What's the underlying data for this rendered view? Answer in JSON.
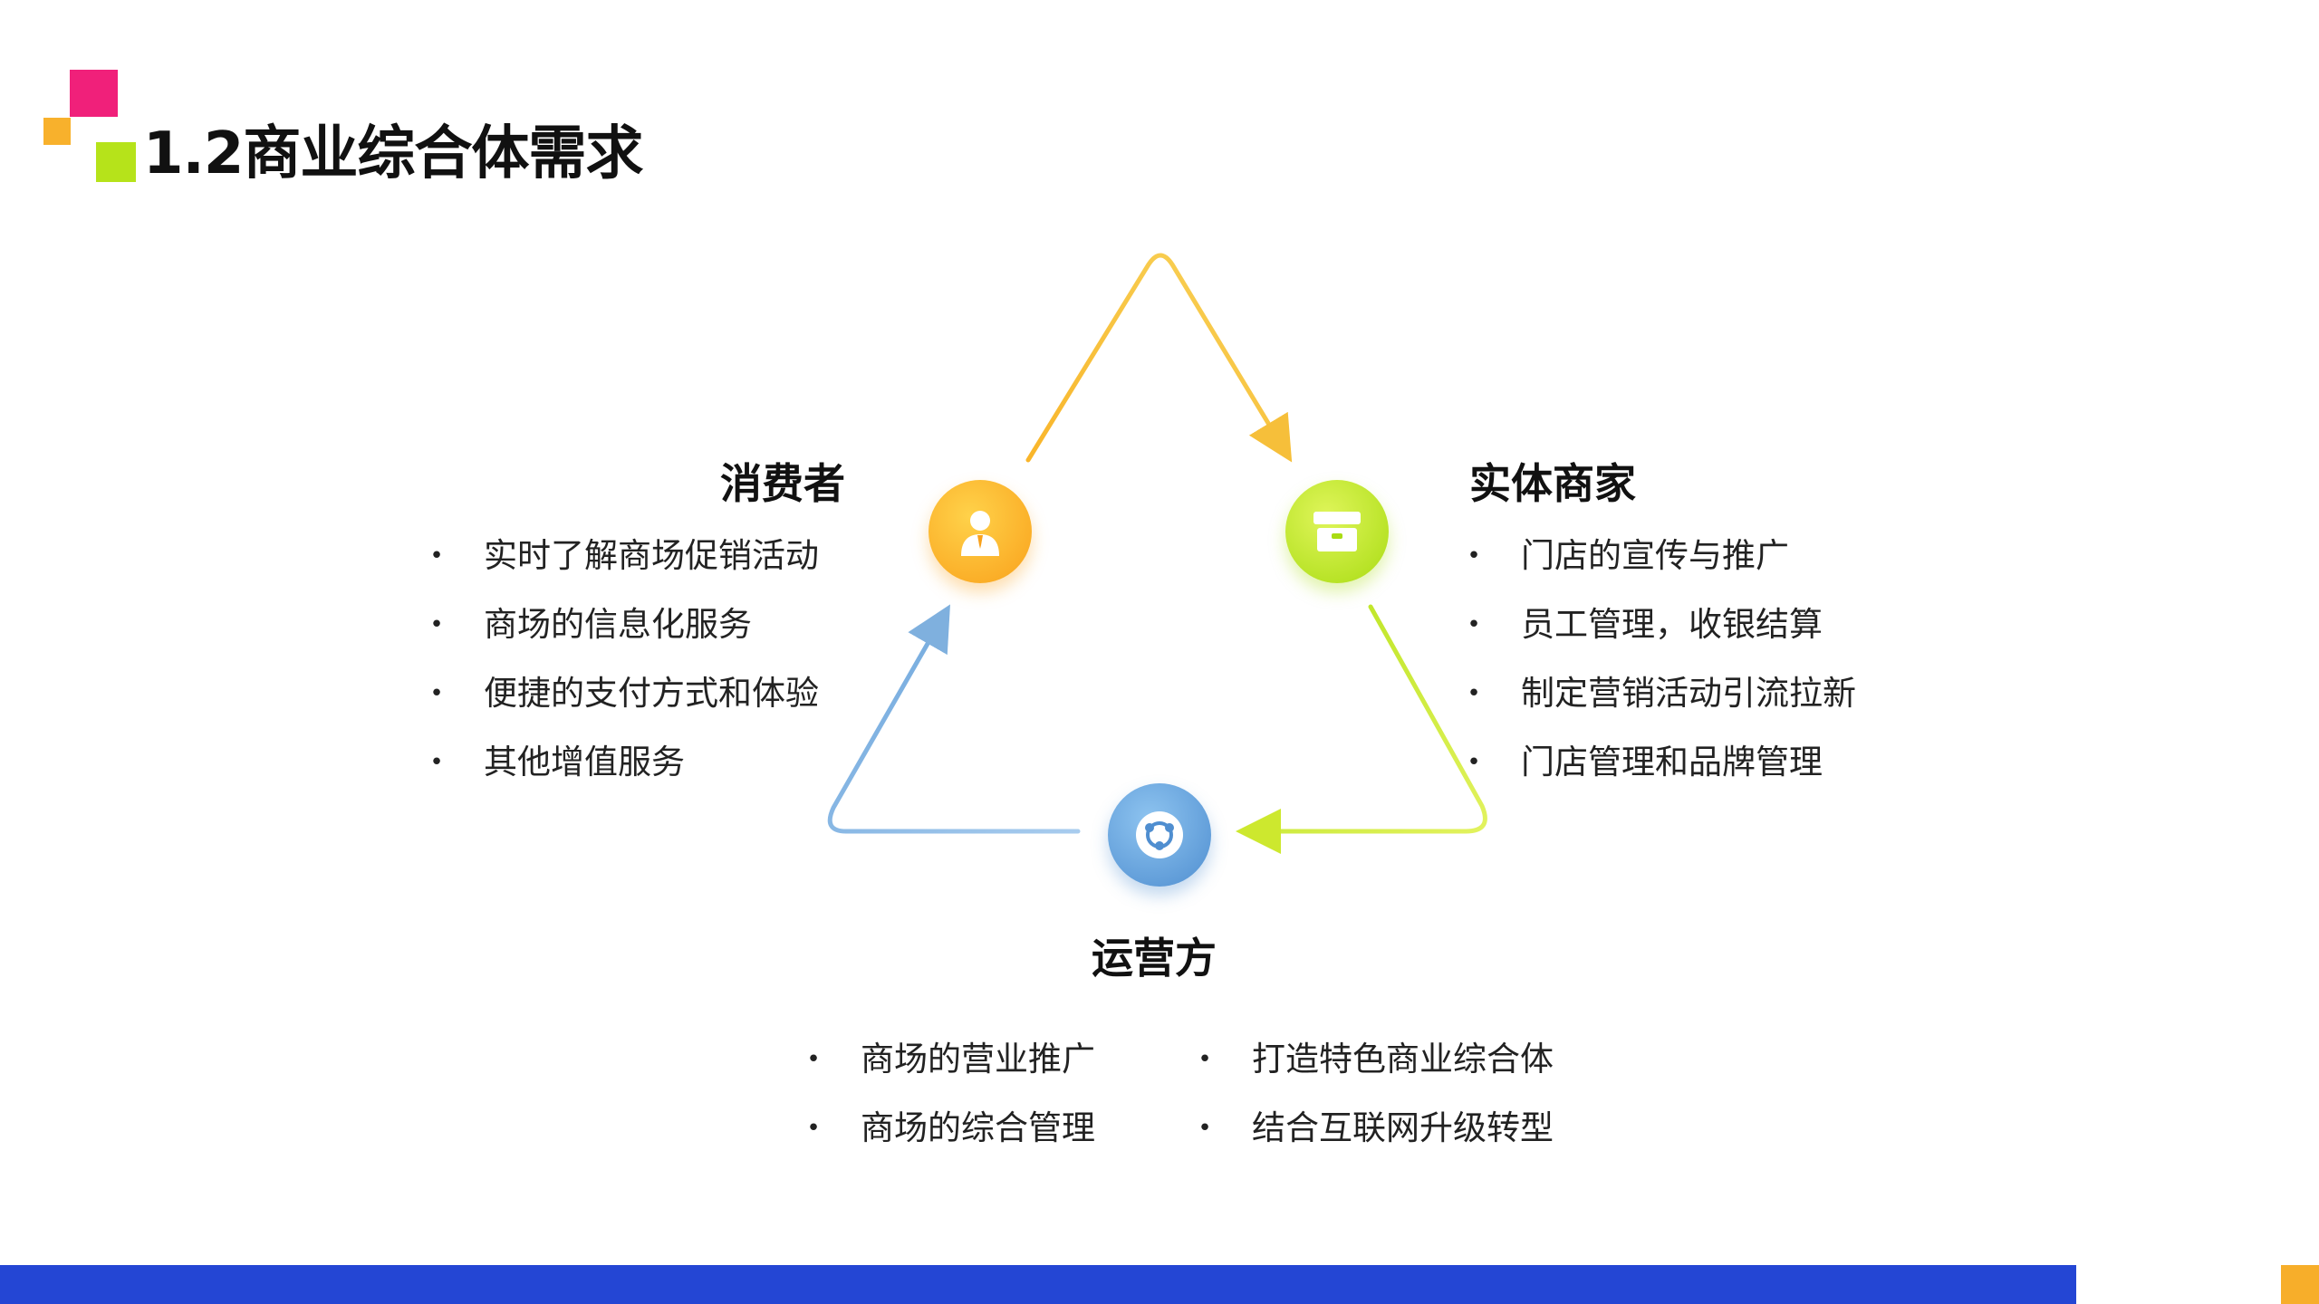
{
  "title": "1.2商业综合体需求",
  "colors": {
    "logo_pink": "#f0207a",
    "logo_orange": "#f8b12c",
    "logo_green": "#b6e31a",
    "consumer_orange": "#f9a11b",
    "merchant_green": "#a9dc13",
    "operator_blue": "#4f8ed0",
    "bottom_bar_blue": "#2446d4",
    "bottom_corner_orange": "#f7ae2a"
  },
  "consumer": {
    "heading": "消费者",
    "icon": "person-icon",
    "items": [
      "实时了解商场促销活动",
      "商场的信息化服务",
      "便捷的支付方式和体验",
      "其他增值服务"
    ]
  },
  "merchant": {
    "heading": "实体商家",
    "icon": "store-icon",
    "items": [
      "门店的宣传与推广",
      "员工管理，收银结算",
      "制定营销活动引流拉新",
      "门店管理和品牌管理"
    ]
  },
  "operator": {
    "heading": "运营方",
    "icon": "network-icon",
    "items_left": [
      "商场的营业推广",
      "商场的综合管理"
    ],
    "items_right": [
      "打造特色商业综合体",
      "结合互联网升级转型"
    ]
  },
  "bullet": "•"
}
